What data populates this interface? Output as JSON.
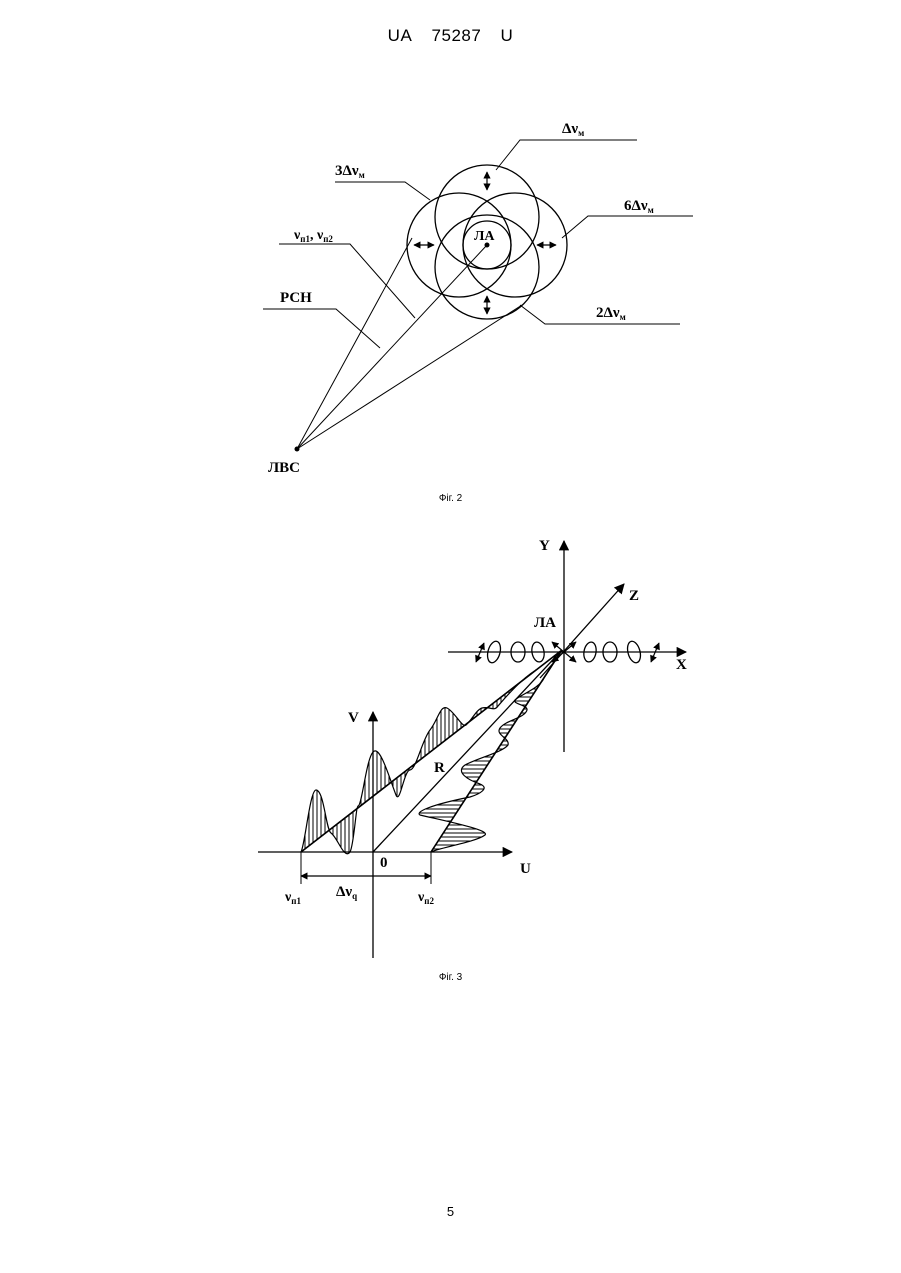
{
  "header": {
    "country": "UA",
    "number": "75287",
    "kind": "U"
  },
  "fig2": {
    "caption": "Фіг. 2",
    "labels": {
      "dv": "Δν",
      "dv_sub": "м",
      "three_dv": "3Δν",
      "six_dv": "6Δν",
      "two_dv": "2Δν",
      "nu": "ν",
      "nu_sub1": "п1",
      "nu_sub2": "п2",
      "pcn": "РСН",
      "la": "ЛА",
      "lvs": "ЛВС"
    }
  },
  "fig3": {
    "caption": "Фіг. 3",
    "labels": {
      "y": "Y",
      "z": "Z",
      "x": "X",
      "la": "ЛА",
      "v": "V",
      "r": "R",
      "u": "U",
      "zero": "0",
      "nu": "ν",
      "nu_sub1": "п1",
      "nu_sub2": "п2",
      "dv": "Δν",
      "dv_sub": "q"
    }
  },
  "page_number": "5"
}
